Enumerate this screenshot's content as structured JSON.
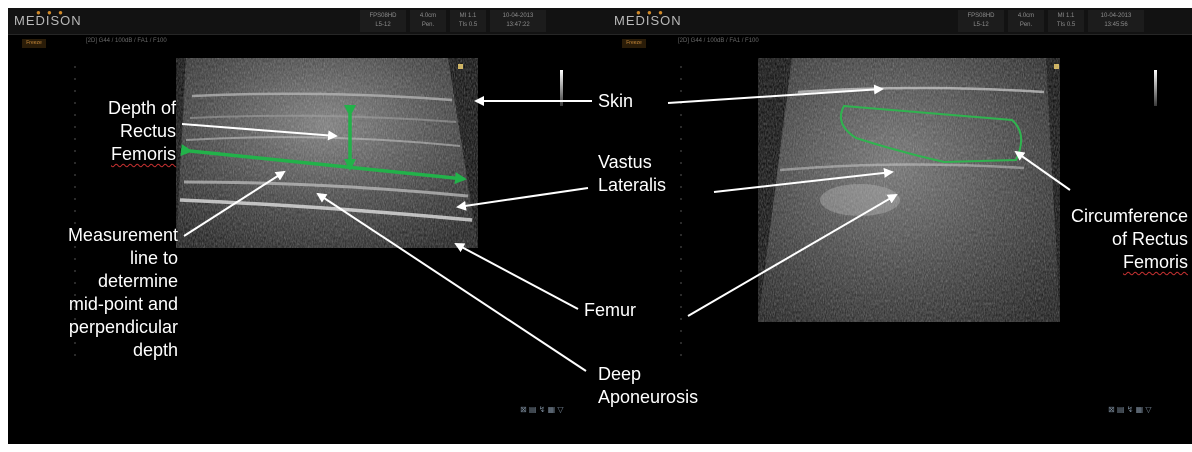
{
  "panels": {
    "left": {
      "brand": "MEDISON",
      "probe": "FPS08HD\nL5-12",
      "depth": "4.0cm\nPen.",
      "index": "MI 1.1\nTIs 0.5",
      "datetime": "10-04-2013\n13:47:22",
      "freeze_badge": "Freeze",
      "params": "[2D] G44 / 100dB / FA1 / F100",
      "tools": "⊠ ▤ ↯ ▦ ▽"
    },
    "right": {
      "brand": "MEDISON",
      "probe": "FPS08HD\nL5-12",
      "depth": "4.0cm\nPen.",
      "index": "MI 1.1\nTIs 0.5",
      "datetime": "10-04-2013\n13:45:56",
      "freeze_badge": "Freeze",
      "params": "[2D] G44 / 100dB / FA1 / F100",
      "tools": "⊠ ▤ ↯ ▦ ▽"
    }
  },
  "labels": {
    "depth_rf": "Depth of\nRectus\nFemoris",
    "measurement": "Measurement\nline to\ndetermine\nmid-point and\nperpendicular\ndepth",
    "skin": "Skin",
    "vastus": "Vastus\nLateralis",
    "femur": "Femur",
    "deep_apo": "Deep\nAponeurosis",
    "circumference_1": "Circumference",
    "circumference_2": "of Rectus",
    "circumference_3": "Femoris"
  },
  "colors": {
    "measure_green": "#22b24a",
    "outline_green": "#2fb34f",
    "arrow": "#ffffff",
    "spellcheck_red": "#c83232"
  }
}
